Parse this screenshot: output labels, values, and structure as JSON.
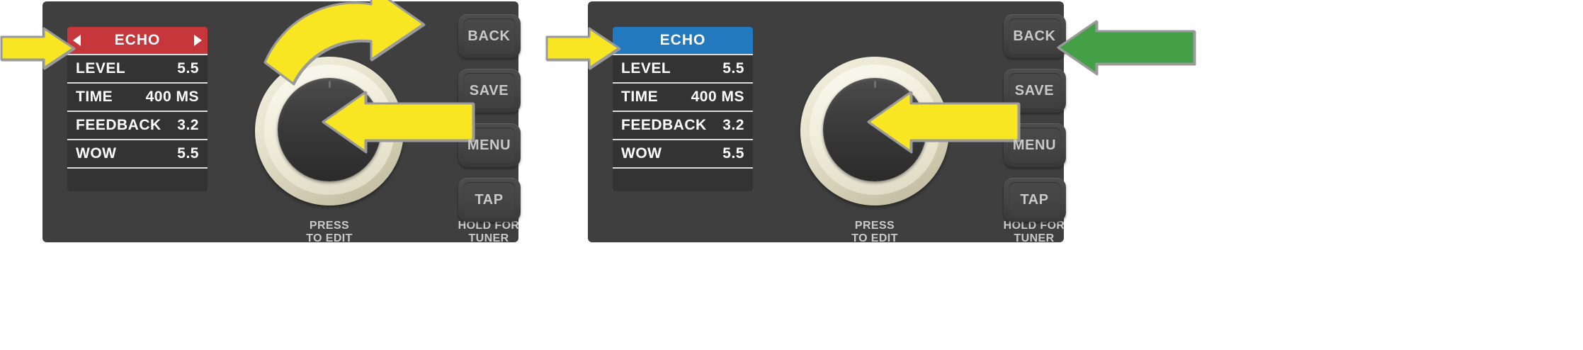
{
  "panels": [
    {
      "id": "before",
      "header": {
        "label": "ECHO",
        "color": "#c5373b",
        "state": "selected-red",
        "left_arrow": "triangle-left",
        "right_arrow": "triangle-right"
      },
      "parameters": [
        {
          "name": "LEVEL",
          "value": "5.5"
        },
        {
          "name": "TIME",
          "value": "400 MS"
        },
        {
          "name": "FEEDBACK",
          "value": "3.2"
        },
        {
          "name": "WOW",
          "value": "5.5"
        }
      ],
      "captions": {
        "knob": "PRESS\nTO EDIT",
        "knob_line1": "PRESS",
        "knob_line2": "TO EDIT",
        "tap_line1": "HOLD FOR",
        "tap_line2": "TUNER"
      },
      "buttons": [
        {
          "label": "BACK"
        },
        {
          "label": "SAVE"
        },
        {
          "label": "MENU"
        },
        {
          "label": "TAP"
        }
      ],
      "annotations": [
        {
          "type": "arrow-right",
          "color": "#f7e621",
          "target": "display-header"
        },
        {
          "type": "arrow-curved-clockwise",
          "color": "#f7e621",
          "target": "knob-rotate"
        },
        {
          "type": "arrow-left",
          "color": "#f7e621",
          "target": "knob-press"
        }
      ]
    },
    {
      "id": "after",
      "header": {
        "label": "ECHO",
        "color": "#2379bd",
        "state": "active-blue",
        "left_arrow": "none",
        "right_arrow": "none"
      },
      "parameters": [
        {
          "name": "LEVEL",
          "value": "5.5"
        },
        {
          "name": "TIME",
          "value": "400 MS"
        },
        {
          "name": "FEEDBACK",
          "value": "3.2"
        },
        {
          "name": "WOW",
          "value": "5.5"
        }
      ],
      "captions": {
        "knob_line1": "PRESS",
        "knob_line2": "TO EDIT",
        "tap_line1": "HOLD FOR",
        "tap_line2": "TUNER"
      },
      "buttons": [
        {
          "label": "BACK"
        },
        {
          "label": "SAVE"
        },
        {
          "label": "MENU"
        },
        {
          "label": "TAP"
        }
      ],
      "annotations": [
        {
          "type": "arrow-right",
          "color": "#f7e621",
          "target": "display-header"
        },
        {
          "type": "arrow-left",
          "color": "#f7e621",
          "target": "knob-press"
        },
        {
          "type": "arrow-left",
          "color": "#43a047",
          "target": "back-button"
        }
      ]
    }
  ],
  "colors": {
    "panel_body": "#3f3f3f",
    "display_bg": "#333333",
    "header_red": "#c5373b",
    "header_blue": "#2379bd",
    "arrow_yellow": "#f7e621",
    "arrow_green": "#43a047",
    "knob_ring": "#e8e4cf",
    "knob_face": "#3a3a3a",
    "button_face": "#444444",
    "button_text": "#c9c9c9"
  }
}
